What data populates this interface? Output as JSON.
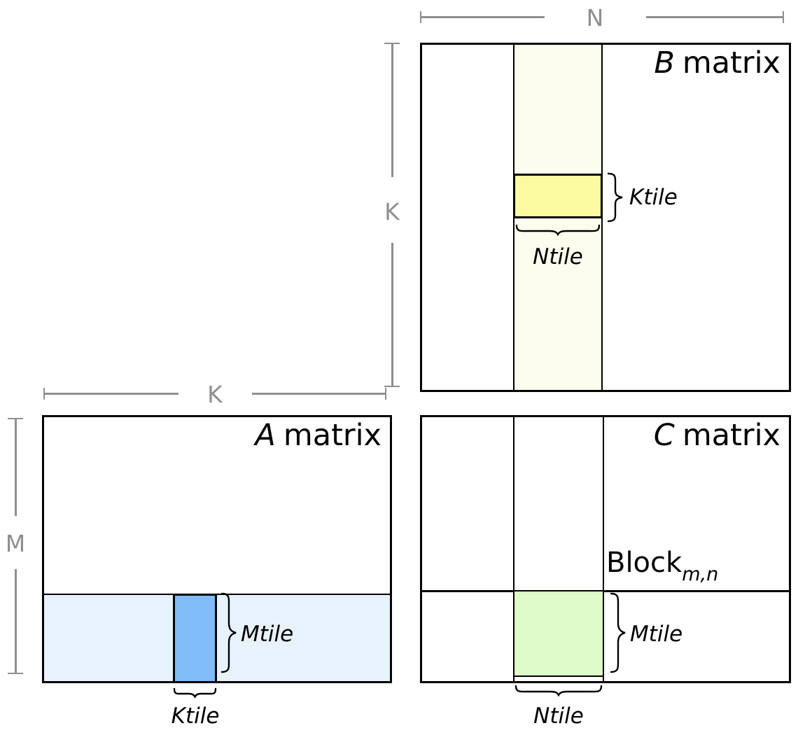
{
  "colors": {
    "ink": "#000000",
    "dim-gray": "#8f8f8f",
    "strip-ivory": "#fdfdee",
    "tile-yellow": "#fafaa0",
    "strip-blue": "#e7f2fd",
    "tile-blue": "#7fbcf8",
    "tile-green": "#defbc9"
  },
  "b": {
    "title_letter": "B",
    "title_word": "matrix",
    "dim_top": "N",
    "dim_left": "K",
    "ktile_label": "Ktile",
    "ntile_label": "Ntile"
  },
  "a": {
    "title_letter": "A",
    "title_word": "matrix",
    "dim_top": "K",
    "dim_left": "M",
    "mtile_label": "Mtile",
    "ktile_label": "Ktile"
  },
  "c": {
    "title_letter": "C",
    "title_word": "matrix",
    "block_label": "Block",
    "block_subscript": "m,n",
    "mtile_label": "Mtile",
    "ntile_label": "Ntile"
  }
}
